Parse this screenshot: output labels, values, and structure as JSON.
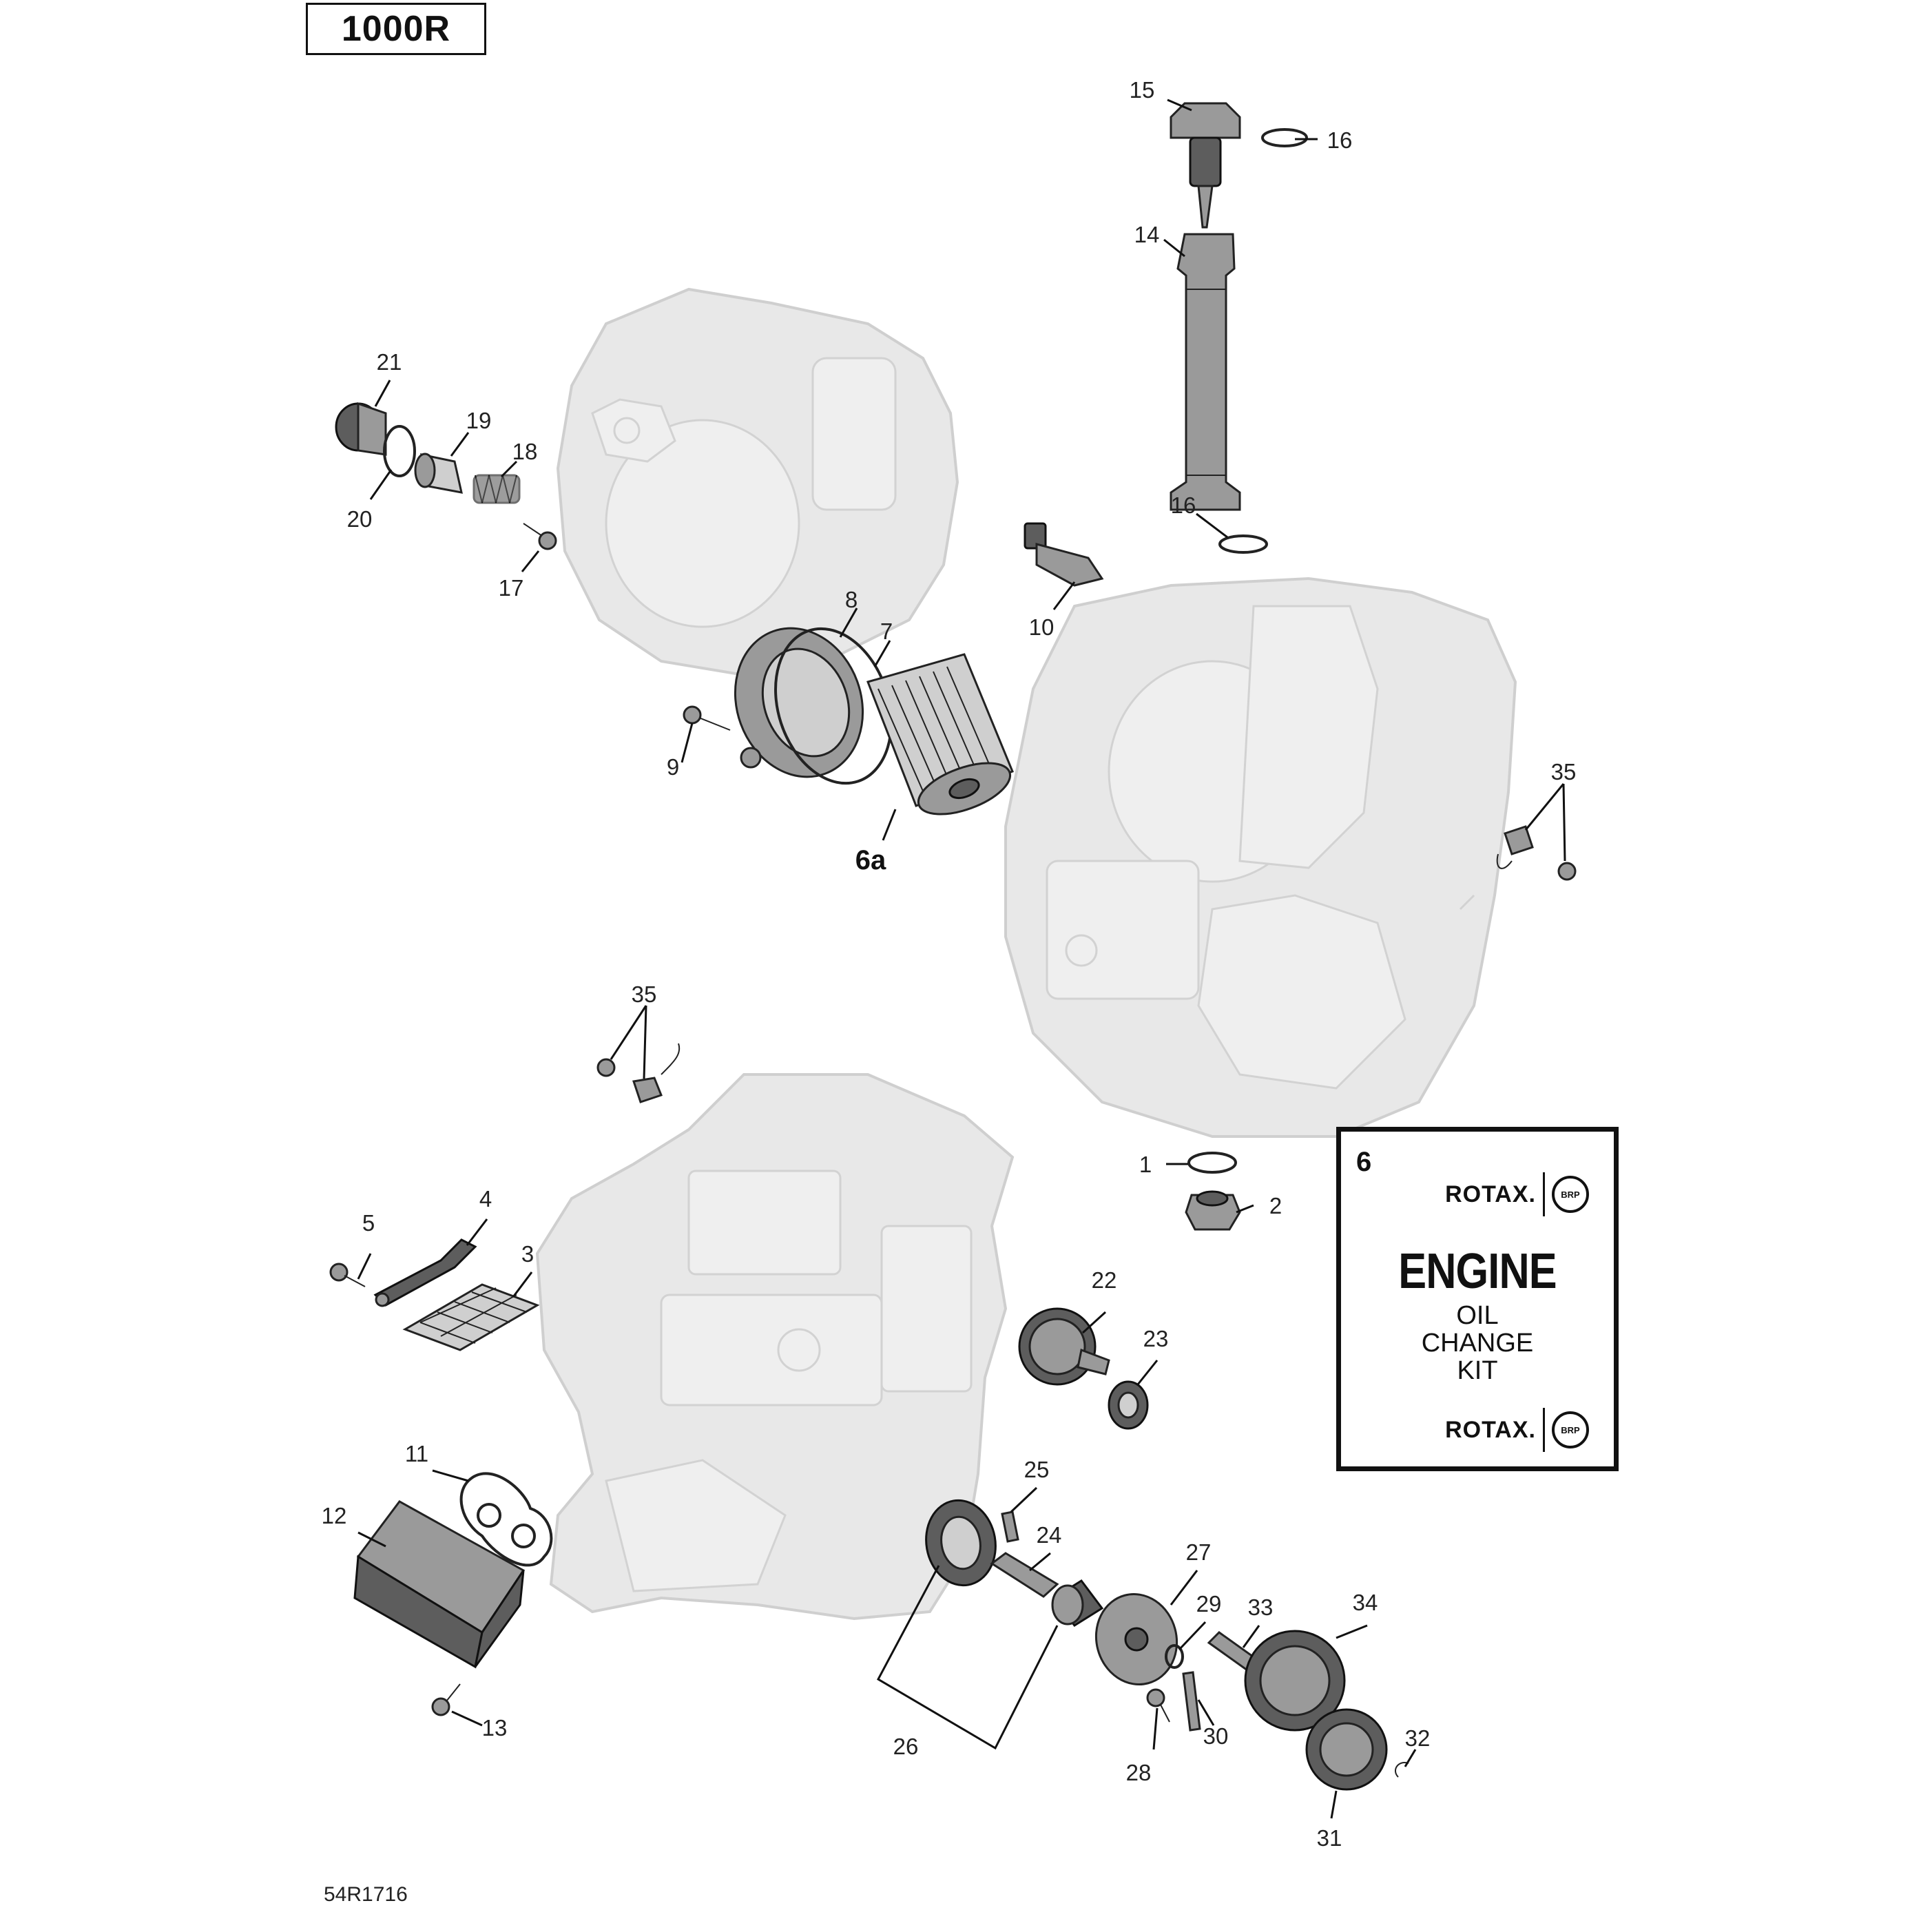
{
  "model_badge": "1000R",
  "diagram_code": "54R1716",
  "kit_box": {
    "number": "6",
    "brand_top": "ROTAX.",
    "brand_bottom": "ROTAX.",
    "brp_mark": "BRP",
    "title": "ENGINE",
    "lines": [
      "OIL",
      "CHANGE",
      "KIT"
    ]
  },
  "callouts": {
    "c1": "1",
    "c2": "2",
    "c3": "3",
    "c4": "4",
    "c5": "5",
    "c6a": "6a",
    "c7": "7",
    "c8": "8",
    "c9": "9",
    "c10": "10",
    "c11": "11",
    "c12": "12",
    "c13": "13",
    "c14": "14",
    "c15": "15",
    "c16a": "16",
    "c16b": "16",
    "c17": "17",
    "c18": "18",
    "c19": "19",
    "c20": "20",
    "c21": "21",
    "c22": "22",
    "c23": "23",
    "c24": "24",
    "c25": "25",
    "c26": "26",
    "c27": "27",
    "c28": "28",
    "c29": "29",
    "c30": "30",
    "c31": "31",
    "c32": "32",
    "c33": "33",
    "c34": "34",
    "c35a": "35",
    "c35b": "35"
  }
}
